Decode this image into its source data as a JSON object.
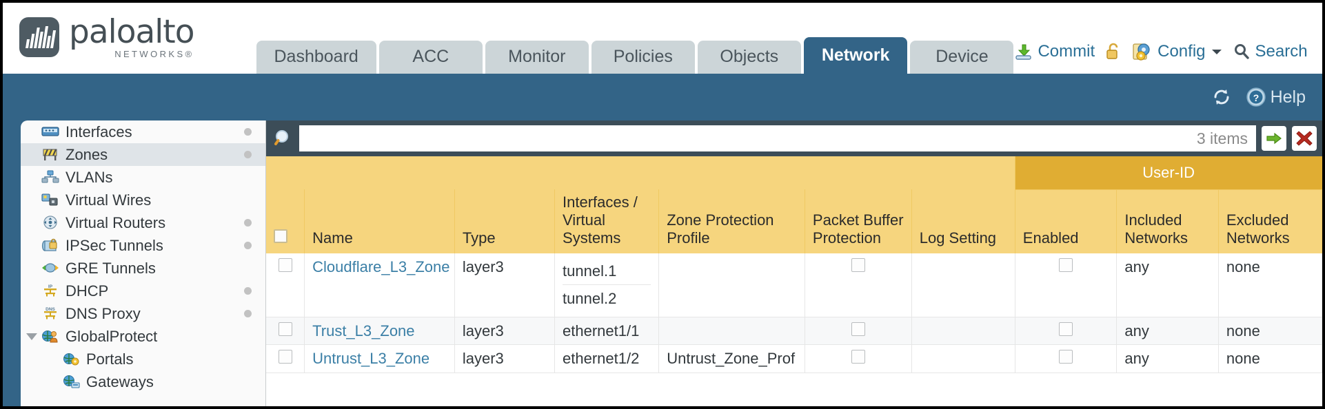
{
  "brand": {
    "name": "paloalto",
    "tagline": "NETWORKS",
    "registered": "®"
  },
  "nav": {
    "tabs": [
      {
        "label": "Dashboard",
        "active": false
      },
      {
        "label": "ACC",
        "active": false
      },
      {
        "label": "Monitor",
        "active": false
      },
      {
        "label": "Policies",
        "active": false
      },
      {
        "label": "Objects",
        "active": false
      },
      {
        "label": "Network",
        "active": true
      },
      {
        "label": "Device",
        "active": false
      }
    ]
  },
  "toolbar": {
    "commit_label": "Commit",
    "config_label": "Config",
    "search_label": "Search",
    "lock_icon": "unlock-icon",
    "commit_icon": "commit-download-icon",
    "config_icon": "config-wrench-icon",
    "search_icon": "magnifier-icon",
    "caret_icon": "chevron-down-icon"
  },
  "blueband": {
    "refresh_icon": "refresh-icon",
    "help_label": "Help",
    "help_icon": "help-question-icon"
  },
  "sidebar": {
    "items": [
      {
        "label": "Interfaces",
        "icon": "interfaces-icon",
        "dot": true,
        "selected": false,
        "child": false,
        "caret": false
      },
      {
        "label": "Zones",
        "icon": "zones-barrier-icon",
        "dot": true,
        "selected": true,
        "child": false,
        "caret": false
      },
      {
        "label": "VLANs",
        "icon": "vlans-icon",
        "dot": false,
        "selected": false,
        "child": false,
        "caret": false
      },
      {
        "label": "Virtual Wires",
        "icon": "virtual-wires-icon",
        "dot": false,
        "selected": false,
        "child": false,
        "caret": false
      },
      {
        "label": "Virtual Routers",
        "icon": "virtual-routers-icon",
        "dot": true,
        "selected": false,
        "child": false,
        "caret": false
      },
      {
        "label": "IPSec Tunnels",
        "icon": "ipsec-tunnels-icon",
        "dot": true,
        "selected": false,
        "child": false,
        "caret": false
      },
      {
        "label": "GRE Tunnels",
        "icon": "gre-tunnels-icon",
        "dot": false,
        "selected": false,
        "child": false,
        "caret": false
      },
      {
        "label": "DHCP",
        "icon": "dhcp-icon",
        "dot": true,
        "selected": false,
        "child": false,
        "caret": false
      },
      {
        "label": "DNS Proxy",
        "icon": "dns-proxy-icon",
        "dot": true,
        "selected": false,
        "child": false,
        "caret": false
      },
      {
        "label": "GlobalProtect",
        "icon": "globalprotect-icon",
        "dot": false,
        "selected": false,
        "child": false,
        "caret": true
      },
      {
        "label": "Portals",
        "icon": "portals-icon",
        "dot": false,
        "selected": false,
        "child": true,
        "caret": false
      },
      {
        "label": "Gateways",
        "icon": "gateways-icon",
        "dot": false,
        "selected": false,
        "child": true,
        "caret": false
      }
    ]
  },
  "search": {
    "value": "",
    "placeholder": "",
    "item_count": "3 items",
    "apply_icon": "green-arrow-icon",
    "clear_icon": "red-x-icon"
  },
  "table": {
    "group_header": "User-ID",
    "columns": [
      "Name",
      "Type",
      "Interfaces / Virtual Systems",
      "Zone Protection Profile",
      "Packet Buffer Protection",
      "Log Setting",
      "Enabled",
      "Included Networks",
      "Excluded Networks"
    ],
    "rows": [
      {
        "selected": false,
        "name": "Cloudflare_L3_Zone",
        "type": "layer3",
        "interfaces": [
          "tunnel.1",
          "tunnel.2"
        ],
        "zone_protection_profile": "",
        "packet_buffer_protection": false,
        "log_setting": "",
        "userid_enabled": false,
        "included_networks": "any",
        "excluded_networks": "none"
      },
      {
        "selected": false,
        "name": "Trust_L3_Zone",
        "type": "layer3",
        "interfaces": [
          "ethernet1/1"
        ],
        "zone_protection_profile": "",
        "packet_buffer_protection": false,
        "log_setting": "",
        "userid_enabled": false,
        "included_networks": "any",
        "excluded_networks": "none"
      },
      {
        "selected": false,
        "name": "Untrust_L3_Zone",
        "type": "layer3",
        "interfaces": [
          "ethernet1/2"
        ],
        "zone_protection_profile": "Untrust_Zone_Prof",
        "packet_buffer_protection": false,
        "log_setting": "",
        "userid_enabled": false,
        "included_networks": "any",
        "excluded_networks": "none"
      }
    ]
  },
  "colors": {
    "brand_blue": "#336487",
    "header_yellow": "#f6d57e",
    "group_yellow": "#e0ad33",
    "panel_dark": "#3c4d58",
    "link_blue": "#3b7fa6",
    "tab_gray": "#ccd5d8"
  }
}
